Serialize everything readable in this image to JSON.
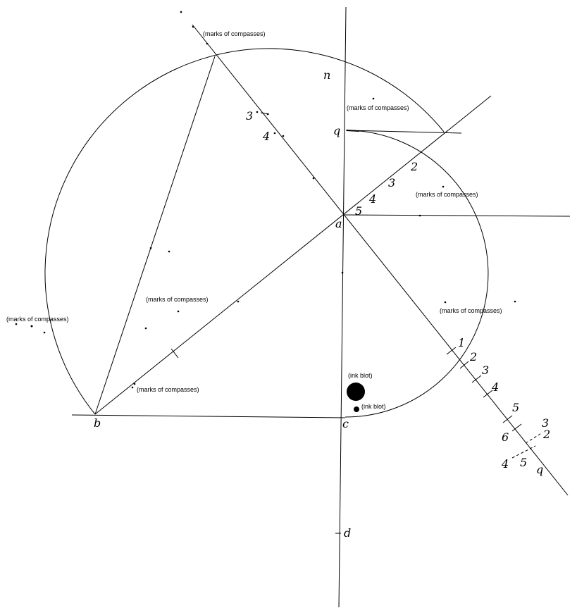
{
  "points": {
    "n": "n",
    "q": "q",
    "a": "a",
    "b": "b",
    "c": "c",
    "d": "d"
  },
  "upper_marks": [
    "3",
    "4"
  ],
  "ray_marks": [
    "2",
    "3",
    "4",
    "5"
  ],
  "diagonal_marks": [
    "1",
    "2",
    "3",
    "4",
    "5",
    "6"
  ],
  "dashed_marks": [
    "3",
    "2",
    "4",
    "5",
    "q"
  ],
  "notes": {
    "compasses": "(marks of compasses)",
    "ink_blot": "(ink blot)"
  }
}
